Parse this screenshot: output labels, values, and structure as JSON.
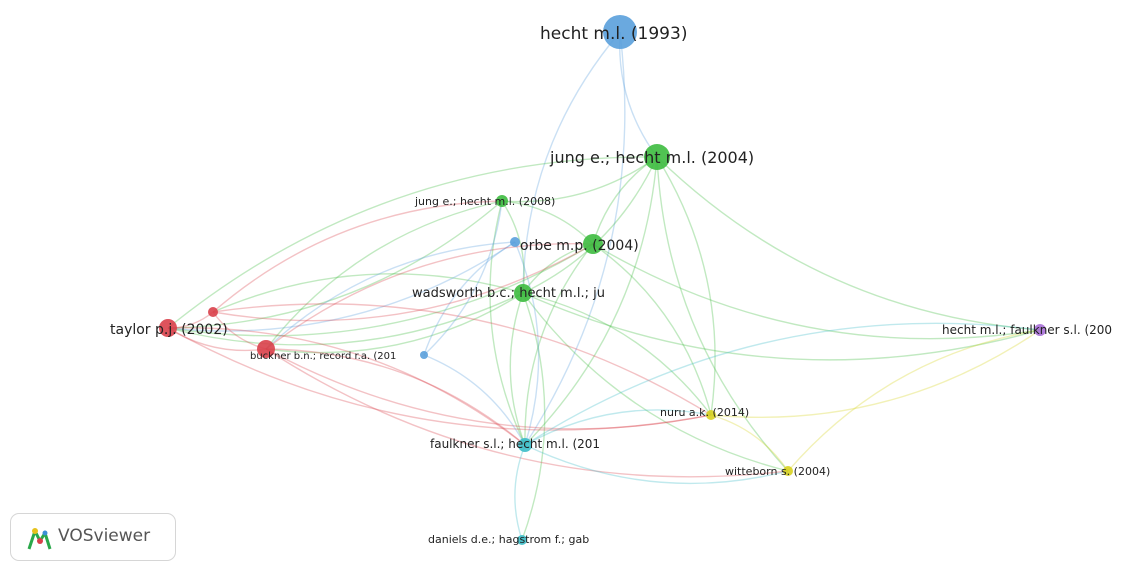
{
  "colors": {
    "red": "#d9404a",
    "green": "#3dbb3f",
    "blue": "#5aa0dc",
    "cyan": "#3bbcc8",
    "yellow": "#d8d220",
    "purple": "#a76fd6"
  },
  "nodes": {
    "hecht_1993": {
      "label": "hecht m.l. (1993)",
      "cluster": "blue"
    },
    "jung_2004": {
      "label": "jung e.; hecht m.l. (2004)",
      "cluster": "green"
    },
    "jung_2008": {
      "label": "jung e.; hecht m.l. (2008)",
      "cluster": "green"
    },
    "blue_small": {
      "label": "",
      "cluster": "blue"
    },
    "orbe_2004": {
      "label": "orbe m.p. (2004)",
      "cluster": "green"
    },
    "wadsworth": {
      "label": "wadsworth b.c.; hecht m.l.; ju",
      "cluster": "green"
    },
    "taylor_2002": {
      "label": "taylor p.j. (2002)",
      "cluster": "red"
    },
    "red_small": {
      "label": "",
      "cluster": "red"
    },
    "buckner": {
      "label": "buckner b.n.; record r.a. (201",
      "cluster": "red"
    },
    "blue_small2": {
      "label": "",
      "cluster": "blue"
    },
    "hecht_faulkner": {
      "label": "hecht m.l.; faulkner s.l. (200",
      "cluster": "purple"
    },
    "nuru_2014": {
      "label": "nuru a.k. (2014)",
      "cluster": "yellow"
    },
    "faulkner_hecht": {
      "label": "faulkner s.l.; hecht m.l. (201",
      "cluster": "cyan"
    },
    "witteborn_2004": {
      "label": "witteborn s. (2004)",
      "cluster": "yellow"
    },
    "daniels": {
      "label": "daniels d.e.; hagstrom f.; gab",
      "cluster": "cyan"
    }
  },
  "links": [
    [
      "hecht_1993",
      "jung_2004"
    ],
    [
      "hecht_1993",
      "faulkner_hecht"
    ],
    [
      "hecht_1993",
      "wadsworth"
    ],
    [
      "jung_2004",
      "jung_2008"
    ],
    [
      "jung_2004",
      "orbe_2004"
    ],
    [
      "jung_2004",
      "wadsworth"
    ],
    [
      "jung_2004",
      "hecht_faulkner"
    ],
    [
      "jung_2004",
      "faulkner_hecht"
    ],
    [
      "jung_2004",
      "taylor_2002"
    ],
    [
      "jung_2004",
      "nuru_2014"
    ],
    [
      "jung_2004",
      "witteborn_2004"
    ],
    [
      "jung_2008",
      "wadsworth"
    ],
    [
      "jung_2008",
      "faulkner_hecht"
    ],
    [
      "jung_2008",
      "taylor_2002"
    ],
    [
      "jung_2008",
      "buckner"
    ],
    [
      "jung_2008",
      "orbe_2004"
    ],
    [
      "orbe_2004",
      "wadsworth"
    ],
    [
      "orbe_2004",
      "taylor_2002"
    ],
    [
      "orbe_2004",
      "hecht_faulkner"
    ],
    [
      "orbe_2004",
      "nuru_2014"
    ],
    [
      "orbe_2004",
      "faulkner_hecht"
    ],
    [
      "wadsworth",
      "taylor_2002"
    ],
    [
      "wadsworth",
      "red_small"
    ],
    [
      "wadsworth",
      "buckner"
    ],
    [
      "wadsworth",
      "faulkner_hecht"
    ],
    [
      "wadsworth",
      "nuru_2014"
    ],
    [
      "wadsworth",
      "witteborn_2004"
    ],
    [
      "wadsworth",
      "daniels"
    ],
    [
      "wadsworth",
      "hecht_faulkner"
    ],
    [
      "blue_small",
      "faulkner_hecht"
    ],
    [
      "blue_small",
      "buckner"
    ],
    [
      "blue_small",
      "taylor_2002"
    ],
    [
      "blue_small",
      "blue_small2"
    ],
    [
      "red_small",
      "taylor_2002"
    ],
    [
      "red_small",
      "buckner"
    ],
    [
      "red_small",
      "jung_2008"
    ],
    [
      "red_small",
      "orbe_2004"
    ],
    [
      "red_small",
      "nuru_2014"
    ],
    [
      "taylor_2002",
      "buckner"
    ],
    [
      "taylor_2002",
      "faulkner_hecht"
    ],
    [
      "taylor_2002",
      "nuru_2014"
    ],
    [
      "buckner",
      "faulkner_hecht"
    ],
    [
      "buckner",
      "nuru_2014"
    ],
    [
      "buckner",
      "orbe_2004"
    ],
    [
      "buckner",
      "witteborn_2004"
    ],
    [
      "blue_small2",
      "faulkner_hecht"
    ],
    [
      "blue_small2",
      "jung_2008"
    ],
    [
      "faulkner_hecht",
      "nuru_2014"
    ],
    [
      "faulkner_hecht",
      "daniels"
    ],
    [
      "faulkner_hecht",
      "hecht_faulkner"
    ],
    [
      "faulkner_hecht",
      "witteborn_2004"
    ],
    [
      "nuru_2014",
      "witteborn_2004"
    ],
    [
      "nuru_2014",
      "hecht_faulkner"
    ],
    [
      "witteborn_2004",
      "hecht_faulkner"
    ]
  ],
  "logo": {
    "text": "VOSviewer"
  }
}
